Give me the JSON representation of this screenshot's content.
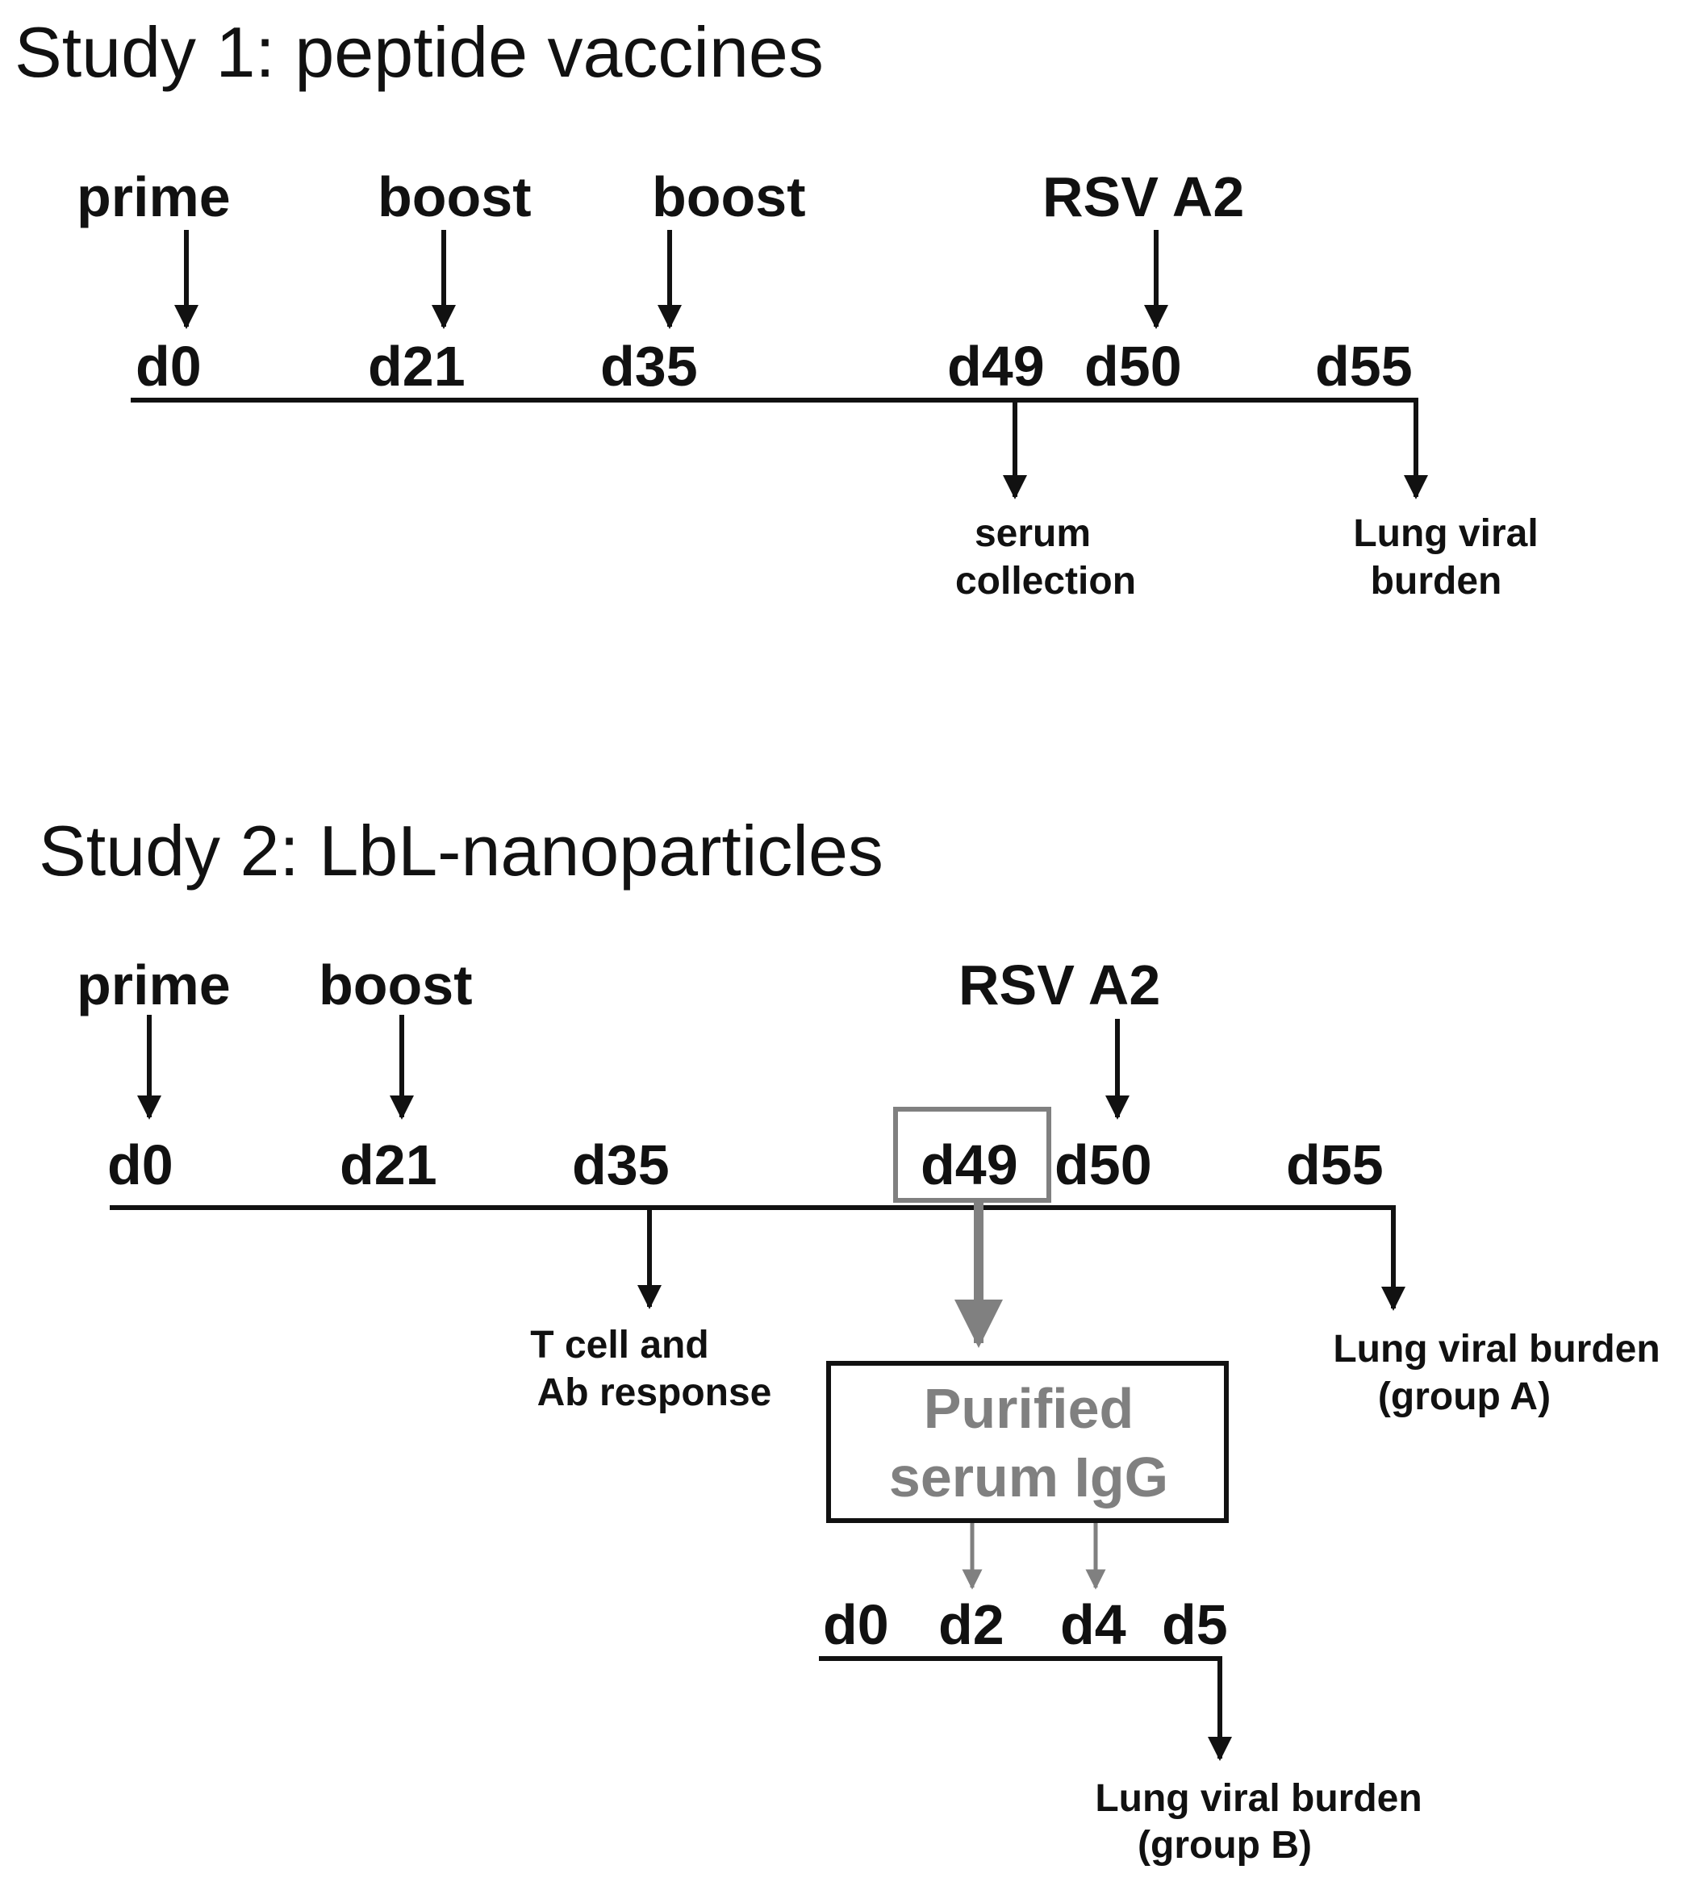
{
  "study1": {
    "title": "Study 1: peptide vaccines",
    "events": [
      "prime",
      "boost",
      "boost",
      "RSV A2"
    ],
    "days": [
      "d0",
      "d21",
      "d35",
      "d49",
      "d50",
      "d55"
    ],
    "notes": {
      "serum": [
        "serum",
        "collection"
      ],
      "lung": [
        "Lung viral",
        "burden"
      ]
    }
  },
  "study2": {
    "title": "Study 2: LbL-nanoparticles",
    "events": [
      "prime",
      "boost",
      "RSV A2"
    ],
    "days": [
      "d0",
      "d21",
      "d35",
      "d49",
      "d50",
      "d55"
    ],
    "notes": {
      "tcell": [
        "T cell and",
        "Ab response"
      ],
      "lungA": [
        "Lung viral burden",
        "(group A)"
      ],
      "lungB": [
        "Lung viral burden",
        "(group B)"
      ]
    },
    "box": [
      "Purified",
      "serum IgG"
    ],
    "sub_days": [
      "d0",
      "d2",
      "d4",
      "d5"
    ]
  }
}
